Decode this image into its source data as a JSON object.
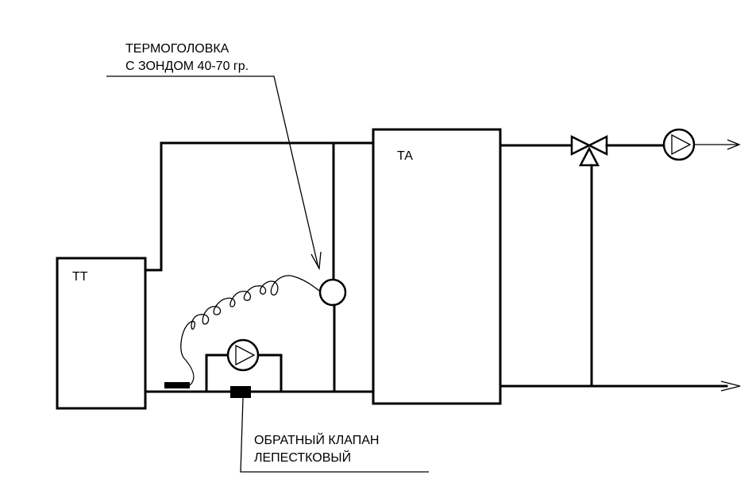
{
  "boiler": {
    "label": "ТТ"
  },
  "accumulator": {
    "label": "ТА"
  },
  "thermo_head": {
    "line1": "ТЕРМОГОЛОВКА",
    "line2": "С ЗОНДОМ 40-70 гр."
  },
  "check_valve": {
    "line1": "ОБРАТНЫЙ КЛАПАН",
    "line2": "ЛЕПЕСТКОВЫЙ"
  }
}
